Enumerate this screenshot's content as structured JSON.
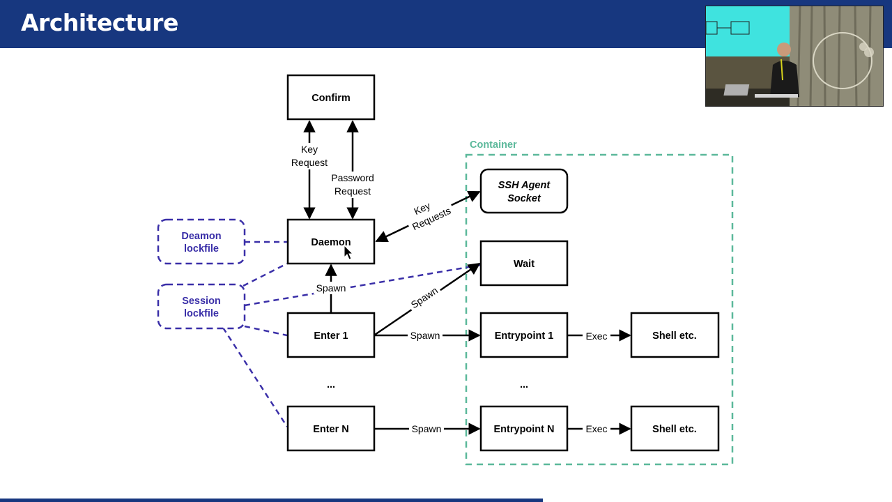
{
  "slide": {
    "title": "Architecture"
  },
  "diagram": {
    "container_label": "Container",
    "nodes": {
      "confirm": "Confirm",
      "daemon": "Daemon",
      "enter1": "Enter 1",
      "enterN": "Enter N",
      "ssh_agent_line1": "SSH Agent",
      "ssh_agent_line2": "Socket",
      "wait": "Wait",
      "entrypoint1": "Entrypoint 1",
      "entrypointN": "Entrypoint N",
      "shell1": "Shell etc.",
      "shellN": "Shell etc.",
      "ellipsis_left": "...",
      "ellipsis_right": "..."
    },
    "lockfiles": {
      "daemon_line1": "Deamon",
      "daemon_line2": "lockfile",
      "session_line1": "Session",
      "session_line2": "lockfile"
    },
    "edges": {
      "key_request_line1": "Key",
      "key_request_line2": "Request",
      "password_request_line1": "Password",
      "password_request_line2": "Request",
      "key_requests_line1": "Key",
      "key_requests_line2": "Requests",
      "spawn_daemon": "Spawn",
      "spawn_wait": "Spawn",
      "spawn_entry1": "Spawn",
      "spawn_entryN": "Spawn",
      "exec1": "Exec",
      "execN": "Exec"
    }
  },
  "colors": {
    "title_bar": "#17377f",
    "lockfile": "#3a2fa8",
    "container": "#5bb89a"
  }
}
